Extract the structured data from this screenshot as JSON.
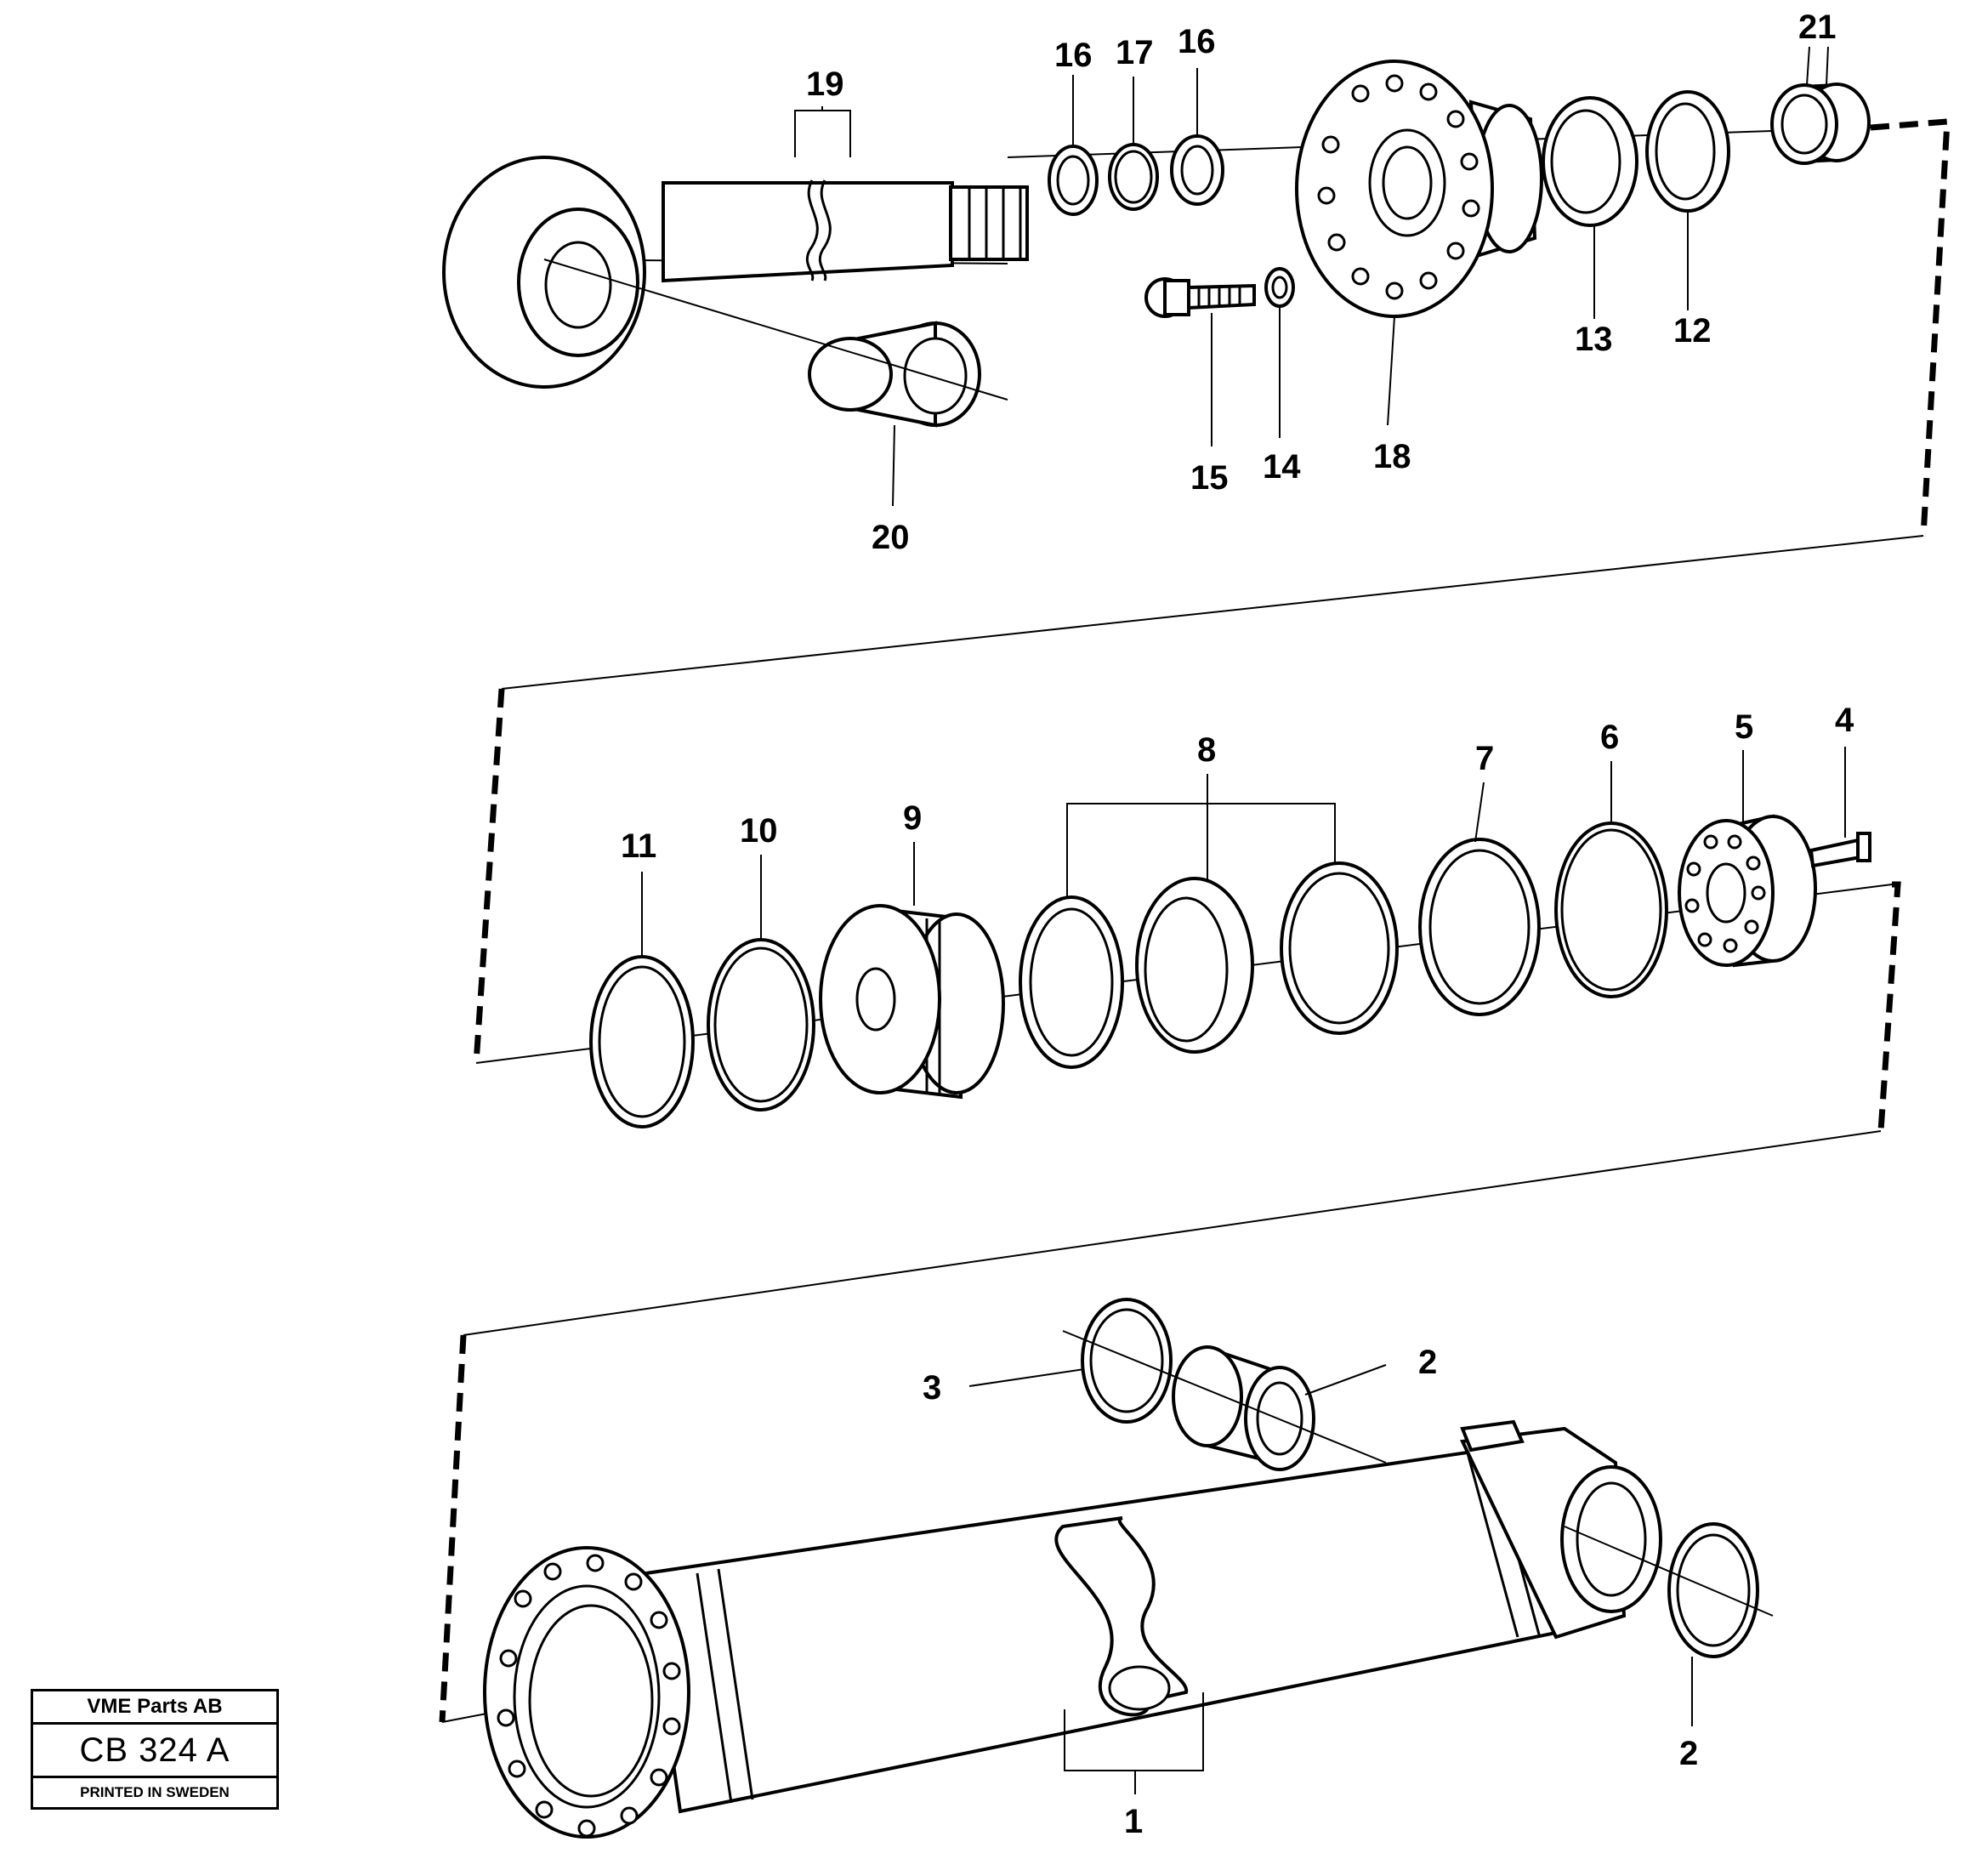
{
  "stamp": {
    "company": "VME Parts AB",
    "code": "CB 324 A",
    "printed": "PRINTED IN SWEDEN"
  },
  "callouts": {
    "c1": "1",
    "c2a": "2",
    "c2b": "2",
    "c3": "3",
    "c4": "4",
    "c5": "5",
    "c6": "6",
    "c7": "7",
    "c8": "8",
    "c9": "9",
    "c10": "10",
    "c11": "11",
    "c12": "12",
    "c13": "13",
    "c14": "14",
    "c15": "15",
    "c16a": "16",
    "c16b": "16",
    "c17": "17",
    "c18": "18",
    "c19": "19",
    "c20": "20",
    "c21": "21"
  }
}
